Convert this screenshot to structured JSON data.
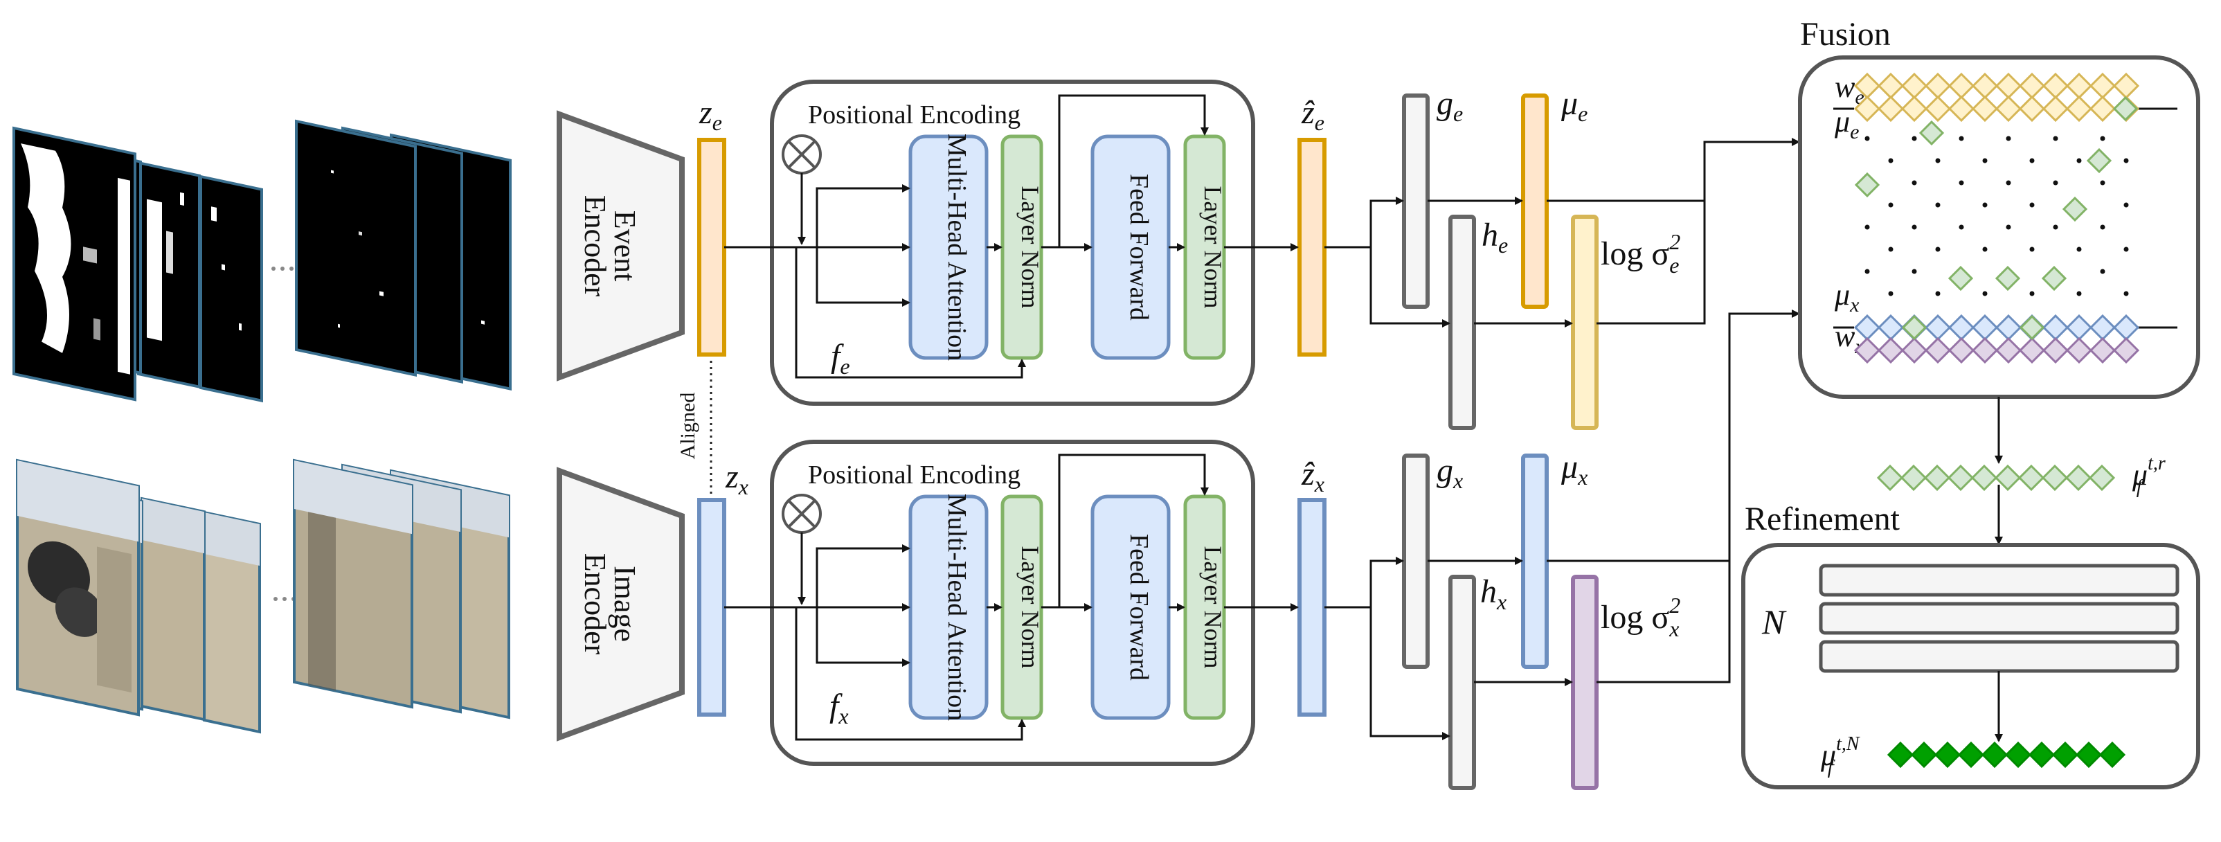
{
  "diagram": {
    "event_encoder": {
      "line1": "Event",
      "line2": "Encoder"
    },
    "image_encoder": {
      "line1": "Image",
      "line2": "Encoder"
    },
    "aligned_label": "Aligned",
    "latents": {
      "z_e": "z",
      "z_e_sub": "e",
      "z_x": "z",
      "z_x_sub": "x",
      "zhat_e": "ẑ",
      "zhat_e_sub": "e",
      "zhat_x": "ẑ",
      "zhat_x_sub": "x"
    },
    "transformer_event": {
      "title": "Positional Encoding",
      "mha": "Multi-Head Attention",
      "norm1": "Layer Norm",
      "ff": "Feed Forward",
      "norm2": "Layer Norm",
      "f": "f",
      "f_sub": "e"
    },
    "transformer_image": {
      "title": "Positional Encoding",
      "mha": "Multi-Head Attention",
      "norm1": "Layer Norm",
      "ff": "Feed Forward",
      "norm2": "Layer Norm",
      "f": "f",
      "f_sub": "x"
    },
    "heads": {
      "g_e": "g",
      "g_e_sub": "e",
      "h_e": "h",
      "h_e_sub": "e",
      "g_x": "g",
      "g_x_sub": "x",
      "h_x": "h",
      "h_x_sub": "x",
      "mu_e": "μ",
      "mu_e_sub": "e",
      "mu_x": "μ",
      "mu_x_sub": "x",
      "logvar_e": "log σ",
      "logvar_e_sup": "2",
      "logvar_e_sub": "e",
      "logvar_x": "log σ",
      "logvar_x_sup": "2",
      "logvar_x_sub": "x"
    },
    "fusion": {
      "title": "Fusion",
      "w_e": "w",
      "w_e_sub": "e",
      "mu_e": "μ",
      "mu_e_sub": "e",
      "mu_x": "μ",
      "mu_x_sub": "x",
      "w_x": "w",
      "w_x_sub": "x",
      "output": "μ",
      "output_sub": "f",
      "output_sup": "t,r"
    },
    "refinement": {
      "title": "Refinement",
      "n_label": "N",
      "output": "μ",
      "output_sub": "f",
      "output_sup": "t,N"
    },
    "colors": {
      "event": "#d79b00",
      "event_fill": "#ffe6cc",
      "event_light": "#fff2cc",
      "event_light_stroke": "#d6b656",
      "image": "#6c8ebf",
      "image_fill": "#dae8fc",
      "norm": "#82b366",
      "norm_fill": "#d5e8d4",
      "var_x": "#9673a6",
      "var_x_fill": "#e1d5e7",
      "head": "#666666",
      "head_fill": "#f5f5f5",
      "fused": "#008a00",
      "fused_fill": "#00a000"
    }
  }
}
